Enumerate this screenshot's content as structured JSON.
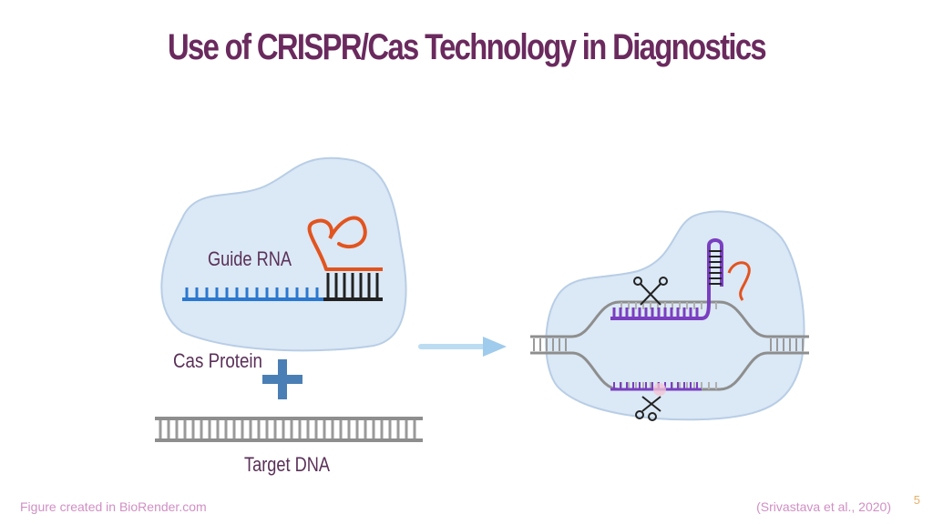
{
  "slide": {
    "title": "Use of CRISPR/Cas Technology in Diagnostics",
    "page_number": "5"
  },
  "diagram": {
    "labels": {
      "guide_rna": "Guide RNA",
      "cas_protein": "Cas Protein",
      "target_dna": "Target DNA"
    }
  },
  "footer": {
    "credit": "Figure created in BioRender.com",
    "citation": "(Srivastava et al., 2020)"
  },
  "colors": {
    "title": "#6a2a5e",
    "cas_blob": "#dbe8f5",
    "guide_rna_orange": "#e2541f",
    "dna_blue": "#2b78d0",
    "target_purple": "#7a3fc0",
    "dna_gray": "#9a9a9a",
    "plus_blue": "#4a7fb5",
    "footer_text": "#d08fc4"
  }
}
